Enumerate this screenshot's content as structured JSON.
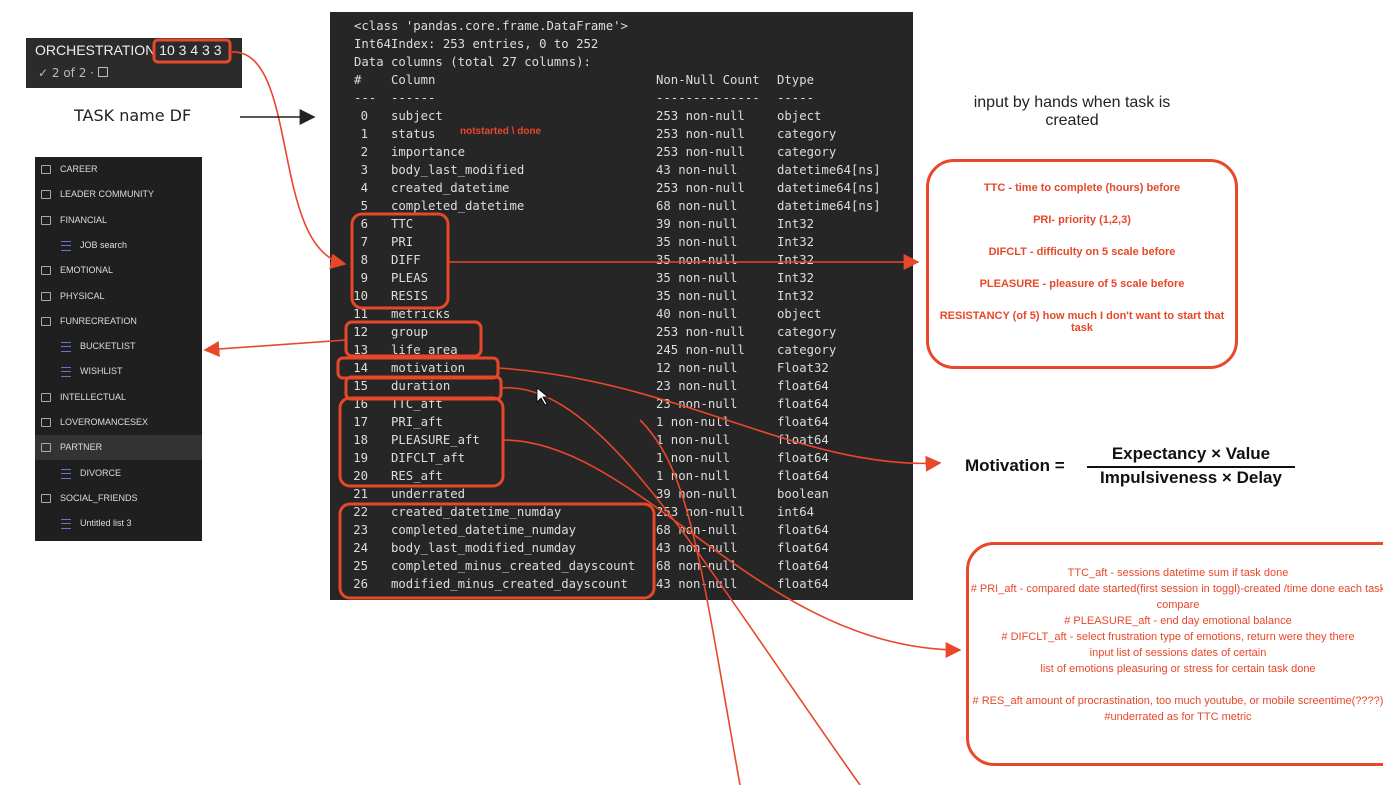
{
  "orchestration": {
    "title": "ORCHESTRATION",
    "numbers": "10 3 4 3 3",
    "subtitle": "✓ 2 of 2  ·"
  },
  "task_name_label": "TASK name DF",
  "sidebar": {
    "items": [
      {
        "label": "CAREER",
        "type": "group"
      },
      {
        "label": "LEADER COMMUNITY",
        "type": "group"
      },
      {
        "label": "FINANCIAL",
        "type": "group"
      },
      {
        "label": "JOB search",
        "type": "list"
      },
      {
        "label": "EMOTIONAL",
        "type": "group"
      },
      {
        "label": "PHYSICAL",
        "type": "group"
      },
      {
        "label": "FUNRECREATION",
        "type": "group"
      },
      {
        "label": "BUCKETLIST",
        "type": "list"
      },
      {
        "label": "WISHLIST",
        "type": "list"
      },
      {
        "label": "INTELLECTUAL",
        "type": "group"
      },
      {
        "label": "LOVEROMANCESEX",
        "type": "group"
      },
      {
        "label": "PARTNER",
        "type": "group",
        "selected": true
      },
      {
        "label": "DIVORCE",
        "type": "list"
      },
      {
        "label": "SOCIAL_FRIENDS",
        "type": "group"
      },
      {
        "label": "Untitled list 3",
        "type": "list"
      }
    ]
  },
  "console": {
    "header": [
      "<class 'pandas.core.frame.DataFrame'>",
      "Int64Index: 253 entries, 0 to 252",
      "Data columns (total 27 columns):"
    ],
    "col_headers": {
      "num": "#",
      "column": "Column",
      "count": "Non-Null Count",
      "dtype": "Dtype"
    },
    "separator": {
      "num": "---",
      "column": "------",
      "count": "--------------",
      "dtype": "-----"
    },
    "status_note": "notstarted \\ done",
    "rows": [
      [
        "0",
        "subject",
        "253 non-null",
        "object"
      ],
      [
        "1",
        "status",
        "253 non-null",
        "category"
      ],
      [
        "2",
        "importance",
        "253 non-null",
        "category"
      ],
      [
        "3",
        "body_last_modified",
        "43 non-null",
        "datetime64[ns]"
      ],
      [
        "4",
        "created_datetime",
        "253 non-null",
        "datetime64[ns]"
      ],
      [
        "5",
        "completed_datetime",
        "68 non-null",
        "datetime64[ns]"
      ],
      [
        "6",
        "TTC",
        "39 non-null",
        "Int32"
      ],
      [
        "7",
        "PRI",
        "35 non-null",
        "Int32"
      ],
      [
        "8",
        "DIFF",
        "35 non-null",
        "Int32"
      ],
      [
        "9",
        "PLEAS",
        "35 non-null",
        "Int32"
      ],
      [
        "10",
        "RESIS",
        "35 non-null",
        "Int32"
      ],
      [
        "11",
        "metricks",
        "40 non-null",
        "object"
      ],
      [
        "12",
        "group",
        "253 non-null",
        "category"
      ],
      [
        "13",
        "life_area",
        "245 non-null",
        "category"
      ],
      [
        "14",
        "motivation",
        "12 non-null",
        "Float32"
      ],
      [
        "15",
        "duration",
        "23 non-null",
        "float64"
      ],
      [
        "16",
        "TTC_aft",
        "23 non-null",
        "float64"
      ],
      [
        "17",
        "PRI_aft",
        "1 non-null",
        "float64"
      ],
      [
        "18",
        "PLEASURE_aft",
        "1 non-null",
        "float64"
      ],
      [
        "19",
        "DIFCLT_aft",
        "1 non-null",
        "float64"
      ],
      [
        "20",
        "RES_aft",
        "1 non-null",
        "float64"
      ],
      [
        "21",
        "underrated",
        "39 non-null",
        "boolean"
      ],
      [
        "22",
        "created_datetime_numday",
        "253 non-null",
        "int64"
      ],
      [
        "23",
        "completed_datetime_numday",
        "68 non-null",
        "float64"
      ],
      [
        "24",
        "body_last_modified_numday",
        "43 non-null",
        "float64"
      ],
      [
        "25",
        "completed_minus_created_dayscount",
        "68 non-null",
        "float64"
      ],
      [
        "26",
        "modified_minus_created_dayscount",
        "43 non-null",
        "float64"
      ]
    ]
  },
  "hand_input_note": "input by hands when task is created",
  "before_box": [
    "TTC -  time to complete (hours) before",
    "PRI- priority (1,2,3)",
    "DIFCLT - difficulty on 5 scale before",
    "PLEASURE - pleasure of 5 scale before",
    "RESISTANCY (of 5) how much I don't want to start that task"
  ],
  "formula": {
    "lhs": "Motivation =",
    "numerator": "Expectancy × Value",
    "denominator": "Impulsiveness × Delay"
  },
  "after_box": [
    "TTC_aft - sessions datetime sum if task done",
    "# PRI_aft - compared date started(first session in toggl)-created /time done each task compare",
    "# PLEASURE_aft - end day emotional balance",
    "# DIFCLT_aft - select frustration type of emotions, return were they there",
    "input list of sessions dates of certain",
    "list of emotions pleasuring or stress  for certain task done",
    "",
    "# RES_aft amount of procrastination, too much youtube, or mobile screentime(????)",
    "#underrated as for TTC metric"
  ],
  "colors": {
    "annotation": "#e8472a",
    "console_bg": "#262626",
    "sidebar_bg": "#1f1f1f"
  }
}
